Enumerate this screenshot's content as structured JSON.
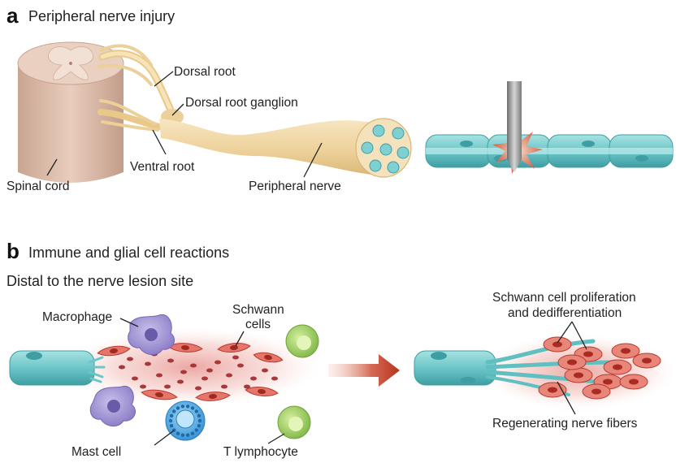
{
  "panel_a": {
    "letter": "a",
    "title": "Peripheral nerve injury",
    "labels": {
      "dorsal_root": "Dorsal root",
      "dorsal_root_ganglion": "Dorsal root ganglion",
      "ventral_root": "Ventral root",
      "spinal_cord": "Spinal cord",
      "peripheral_nerve": "Peripheral nerve"
    }
  },
  "panel_b": {
    "letter": "b",
    "title": "Immune and glial cell reactions",
    "subtitle": "Distal to the nerve lesion site",
    "labels": {
      "macrophage": "Macrophage",
      "schwann_cells_line1": "Schwann",
      "schwann_cells_line2": "cells",
      "mast_cell": "Mast cell",
      "t_lymphocyte": "T lymphocyte",
      "proliferation_line1": "Schwann cell proliferation",
      "proliferation_line2": "and dedifferentiation",
      "regenerating": "Regenerating nerve fibers"
    }
  },
  "colors": {
    "nerve_tan": "#f2d9a6",
    "axon_teal": "#6cc6c8",
    "cord_pink": "#e8c9b8",
    "schwann_red": "#d9544a",
    "macrophage_purple": "#a99cd6",
    "mast_blue": "#4aa6e0",
    "t_cell_green": "#9ccc64",
    "arrow_red": "#b8321e"
  }
}
